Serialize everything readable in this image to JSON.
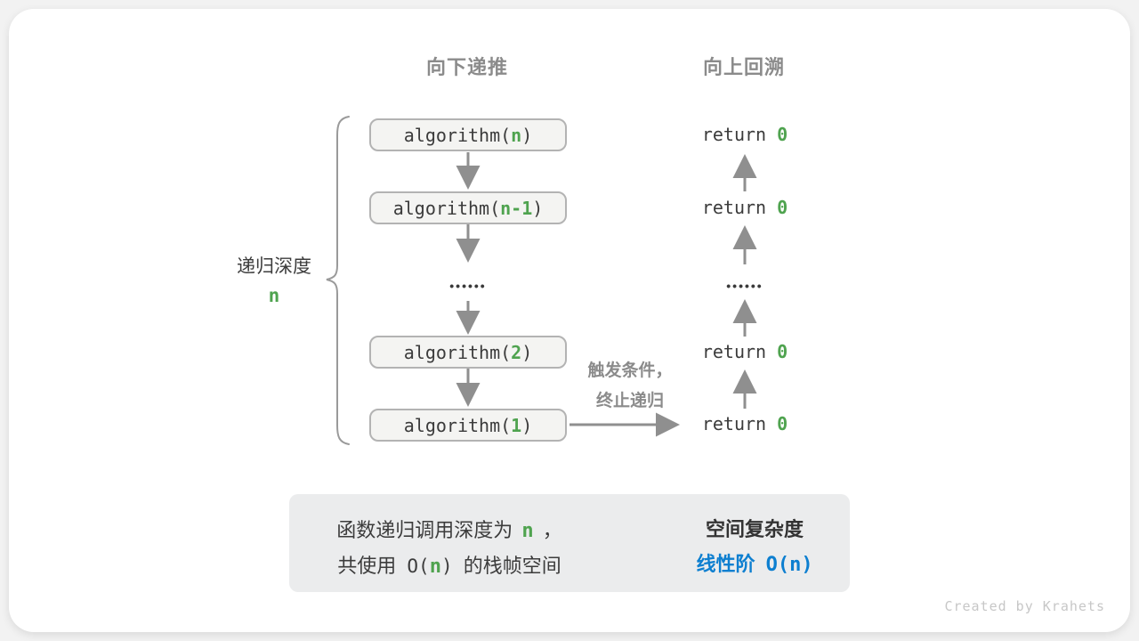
{
  "titles": {
    "recurse_down": "向下递推",
    "backtrack_up": "向上回溯"
  },
  "stack": {
    "boxes": [
      {
        "pre": "algorithm(",
        "arg": "n",
        "post": ")"
      },
      {
        "pre": "algorithm(",
        "arg": "n-1",
        "post": ")"
      },
      {
        "pre": "algorithm(",
        "arg": "2",
        "post": ")"
      },
      {
        "pre": "algorithm(",
        "arg": "1",
        "post": ")"
      }
    ],
    "ellipsis": "••••••"
  },
  "returns": {
    "label": "return",
    "value": "0",
    "ellipsis": "••••••"
  },
  "depth": {
    "label": "递归深度",
    "value": "n"
  },
  "trigger": {
    "line1": "触发条件，",
    "line2": "终止递归"
  },
  "summary": {
    "line1_pre": "函数递归调用深度为",
    "line1_var": "n",
    "line1_post": "，",
    "line2_pre": "共使用",
    "line2_code_open": "O(",
    "line2_var": "n",
    "line2_code_close": ")",
    "line2_post": "的栈帧空间",
    "result_title": "空间复杂度",
    "result_prefix": "线性阶",
    "result_code": "O(n)"
  },
  "credit": "Created by Krahets",
  "colors": {
    "accent_green": "#4fa34f",
    "accent_blue": "#0d7fd0",
    "arrow_gray": "#8f8f8f",
    "box_fill": "#f4f4f2",
    "panel_fill": "#ebeced"
  }
}
